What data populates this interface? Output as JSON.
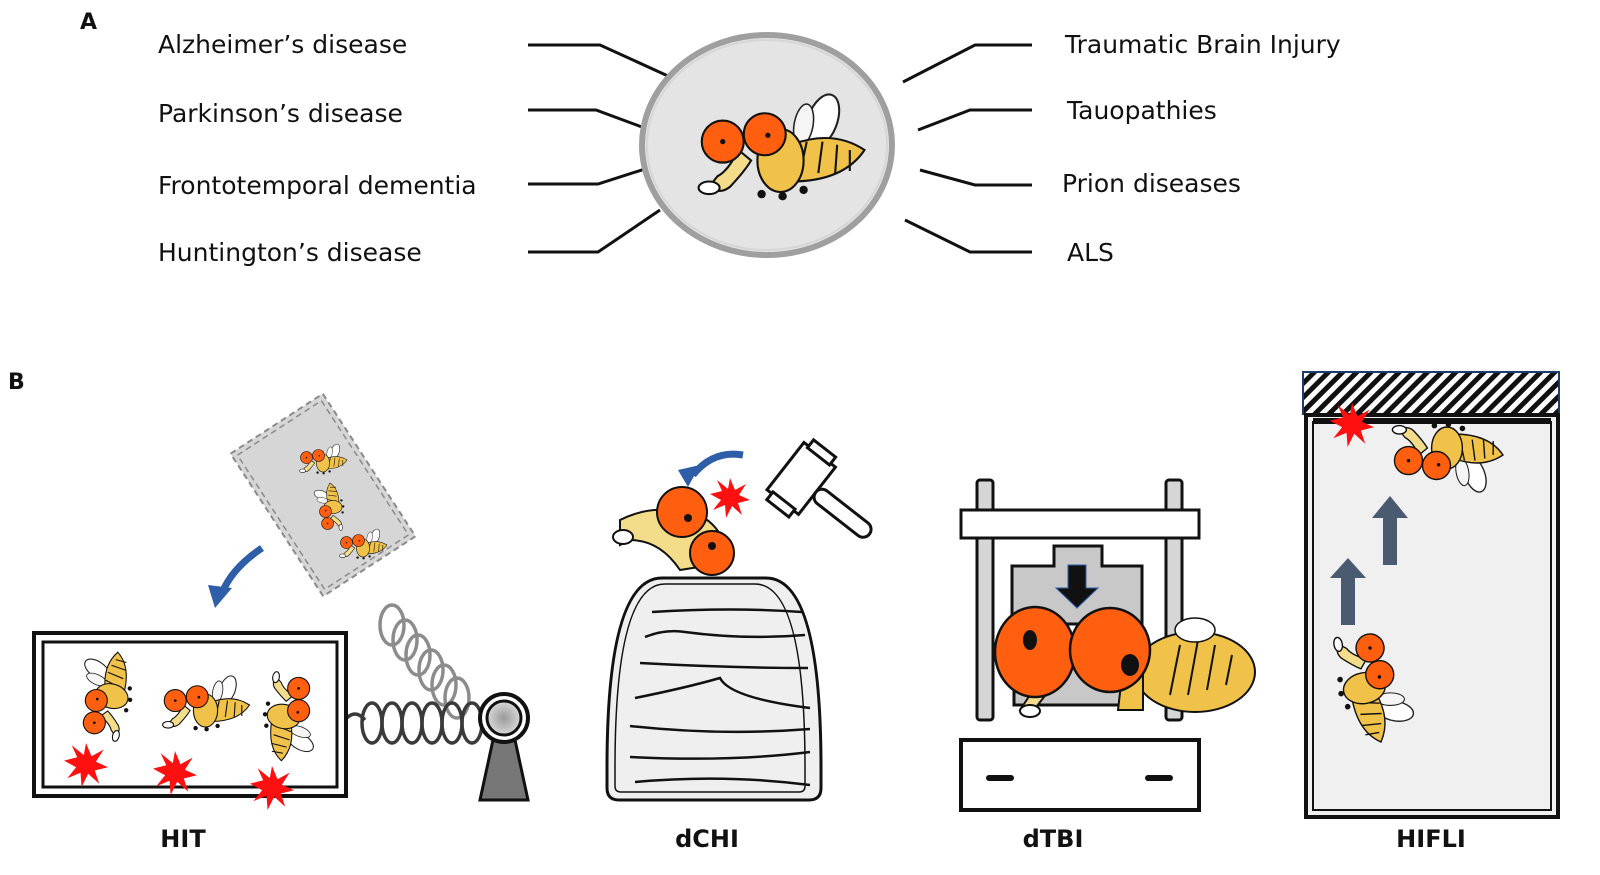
{
  "panel_a": {
    "label": "A",
    "left_diseases": [
      "Alzheimer’s disease",
      "Parkinson’s disease",
      "Frontotemporal dementia",
      "Huntington’s disease"
    ],
    "right_diseases": [
      "Traumatic Brain Injury",
      "Tauopathies",
      "Prion diseases",
      "ALS"
    ],
    "center_icon": "fruit-fly-in-petri-dish"
  },
  "panel_b": {
    "label": "B",
    "models": [
      {
        "name": "HIT",
        "icon": "spring-loaded-vial-impact"
      },
      {
        "name": "dCHI",
        "icon": "hammer-on-restrained-fly-head"
      },
      {
        "name": "dTBI",
        "icon": "press-compressing-fly-head"
      },
      {
        "name": "HIFLI",
        "icon": "fly-flight-into-ceiling"
      }
    ]
  },
  "colors": {
    "fly_eye": "#ff5f0f",
    "fly_body": "#f1c24a",
    "fly_head": "#f3dc8a",
    "impact_star": "#ff1010",
    "motion_arrow_blue": "#2e5ea8",
    "up_arrow_slate": "#4a5a70",
    "device_gray": "#c8c8c8"
  }
}
